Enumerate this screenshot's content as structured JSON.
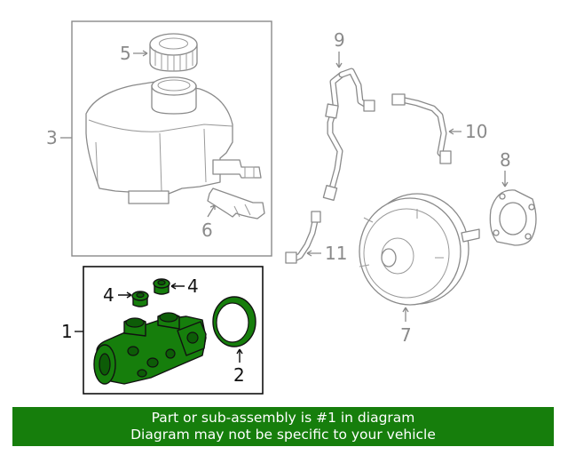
{
  "callouts": {
    "c1": "1",
    "c2": "2",
    "c3": "3",
    "c4a": "4",
    "c4b": "4",
    "c5": "5",
    "c6": "6",
    "c7": "7",
    "c8": "8",
    "c9": "9",
    "c10": "10",
    "c11": "11"
  },
  "banner": {
    "line1": "Part or sub-assembly is #1 in diagram",
    "line2": "Diagram may not be specific to your vehicle"
  },
  "colors": {
    "highlight": "#167e0c",
    "outline": "#8a8a8a",
    "banner_text": "#ffffff"
  }
}
